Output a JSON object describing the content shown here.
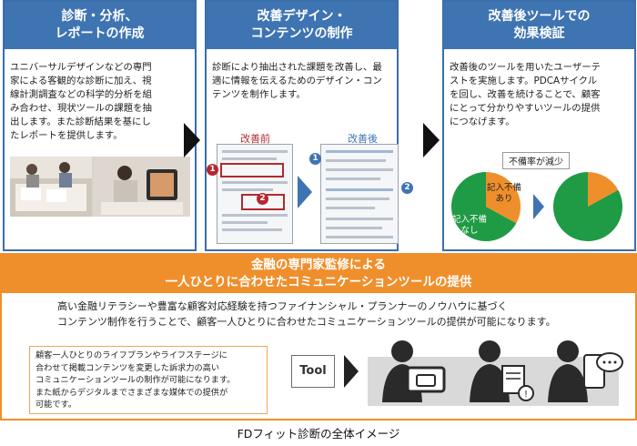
{
  "columns": [
    {
      "title_lines": [
        "診断・分析、",
        "レポートの作成"
      ],
      "body_lines": [
        "ユニバーサルデザインなどの専門",
        "家による客観的な診断に加え、視",
        "線計測調査などの科学的分析を組",
        "み合わせ、現状ツールの課題を抽",
        "出します。また診断結果を基にし",
        "たレポートを提供します。"
      ]
    },
    {
      "title_lines": [
        "改善デザイン・",
        "コンテンツの制作"
      ],
      "body_lines": [
        "診断により抽出された課題を改善し、最",
        "適に情報を伝えるためのデザイン・コン",
        "テンツを制作します。"
      ],
      "before_label": "改善前",
      "after_label": "改善後"
    },
    {
      "title_lines": [
        "改善後ツールでの",
        "効果検証"
      ],
      "body_lines": [
        "改善後のツールを用いたユーザーテ",
        "ストを実施します。PDCAサイクル",
        "を回し、改善を続けることで、顧客",
        "にとって分かりやすいツールの提供",
        "につなげます。"
      ],
      "chart_caption": "不備率が減少"
    }
  ],
  "chart_data": {
    "type": "pie",
    "title": "不備率が減少",
    "series": [
      {
        "name": "改善前",
        "slices": [
          {
            "label": "記入不備あり",
            "value": 33,
            "color": "#ef8f2c"
          },
          {
            "label": "記入不備なし",
            "value": 67,
            "color": "#1f9a45"
          }
        ]
      },
      {
        "name": "改善後",
        "slices": [
          {
            "label": "",
            "value": 17,
            "color": "#ef8f2c"
          },
          {
            "label": "",
            "value": 83,
            "color": "#1f9a45"
          }
        ]
      }
    ]
  },
  "pie_labels": {
    "with_error_line1": "記入不備",
    "with_error_line2": "あり",
    "without_error_line1": "記入不備",
    "without_error_line2": "なし"
  },
  "bottom": {
    "title_lines": [
      "金融の専門家監修による",
      "一人ひとりに合わせたコミュニケーションツールの提供"
    ],
    "description_lines": [
      "高い金融リテラシーや豊富な顧客対応経験を持つファイナンシャル・プランナーのノウハウに基づく",
      "コンテンツ制作を行うことで、顧客一人ひとりに合わせたコミュニケーションツールの提供が可能になります。"
    ],
    "box_lines": [
      "顧客一人ひとりのライフプランやライフステージに",
      "合わせて掲載コンテンツを変更した訴求力の高い",
      "コミュニケーションツールの制作が可能になります。",
      "また紙からデジタルまでさまざまな媒体での提供が",
      "可能です。"
    ],
    "tool_label": "Tool"
  },
  "caption": "FDフィット診断の全体イメージ",
  "colors": {
    "blue": "#3f74b2",
    "orange": "#ef8f2c",
    "green": "#1f9a45",
    "red": "#b5282f"
  }
}
